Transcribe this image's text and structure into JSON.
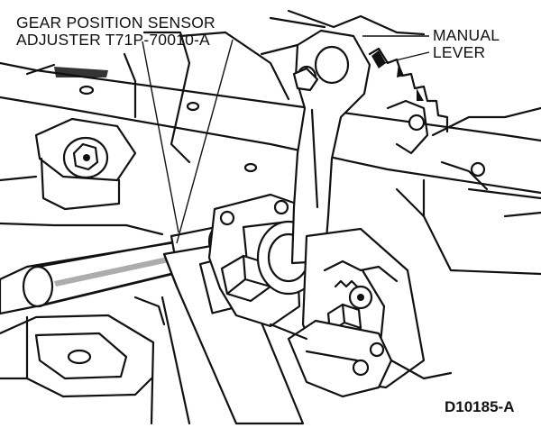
{
  "labels": {
    "sensor_line1": "GEAR POSITION SENSOR",
    "sensor_line2": "ADJUSTER T71P-70010-A",
    "lever_line1": "MANUAL",
    "lever_line2": "LEVER"
  },
  "figure_code": "D10185-A"
}
